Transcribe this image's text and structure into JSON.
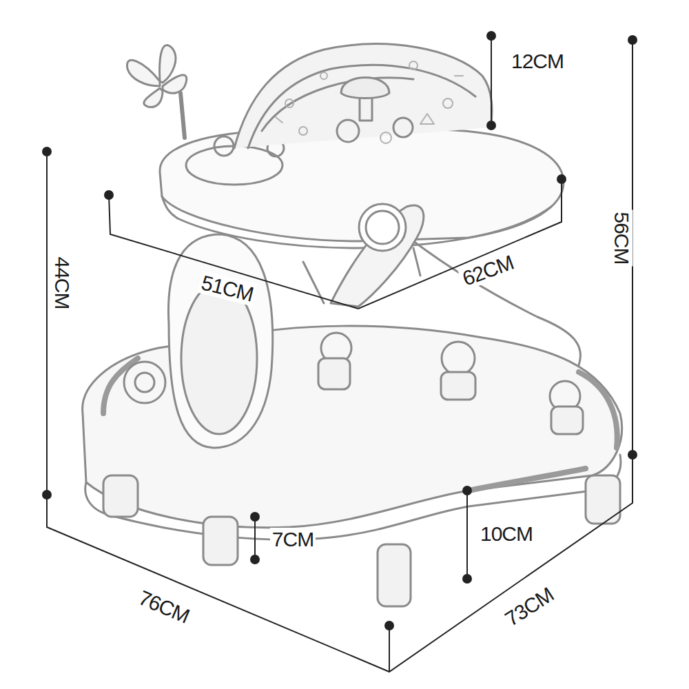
{
  "diagram": {
    "labels": [
      "12CM",
      "56CM",
      "44CM",
      "51CM",
      "62CM",
      "7CM",
      "10CM",
      "76CM",
      "73CM"
    ]
  }
}
